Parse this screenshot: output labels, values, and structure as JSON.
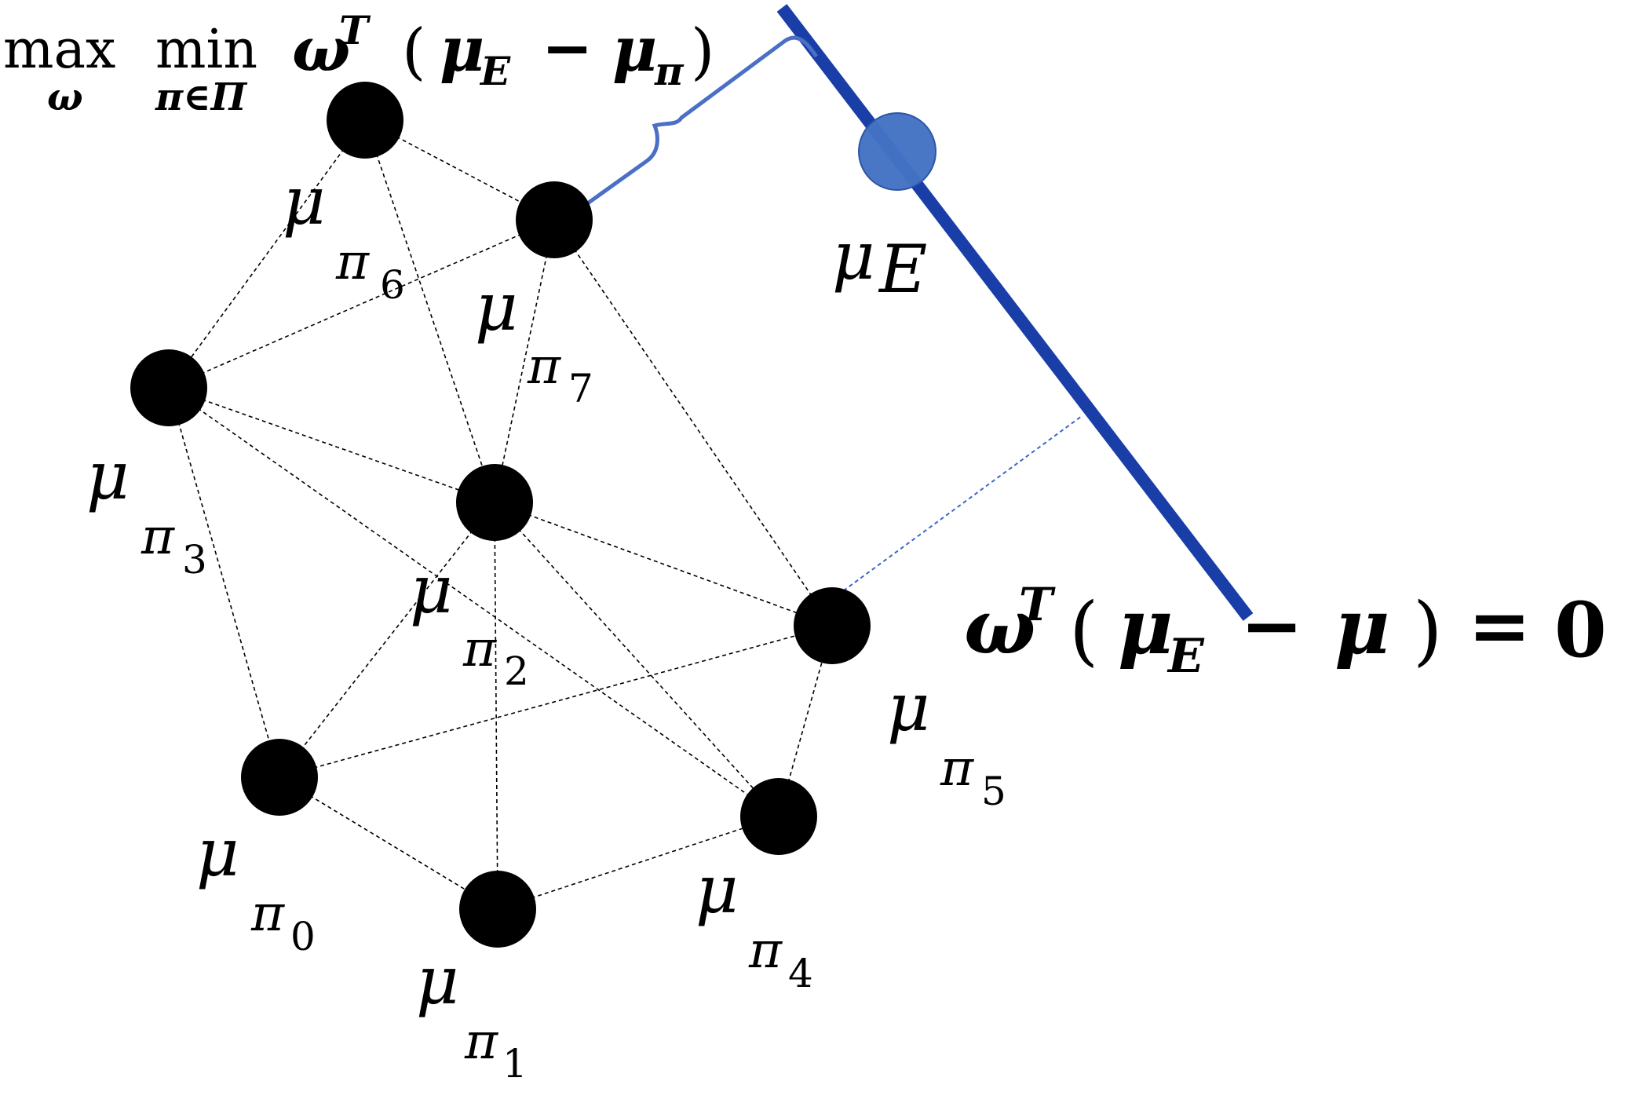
{
  "objective": {
    "max_word": "max",
    "max_sub": "ω",
    "min_word": "min",
    "min_sub": "π∈Π",
    "omega": "ω",
    "T": "T",
    "open": "(",
    "muE": "μ",
    "E": "E",
    "minus": "−",
    "muPi": "μ",
    "piSub": "π",
    "close": ")"
  },
  "hyperplane_equation": {
    "omega": "ω",
    "T": "T",
    "open": "(",
    "muE": "μ",
    "E": "E",
    "minus": "−",
    "mu": "μ",
    "close": ")",
    "equals": "=",
    "zero": "0"
  },
  "expert_point": {
    "mu": "μ",
    "sub": "E",
    "color": "#4472c4"
  },
  "policy_points": [
    {
      "id": "p0",
      "mu": "μ",
      "pi": "π",
      "sub": "0"
    },
    {
      "id": "p1",
      "mu": "μ",
      "pi": "π",
      "sub": "1"
    },
    {
      "id": "p2",
      "mu": "μ",
      "pi": "π",
      "sub": "2"
    },
    {
      "id": "p3",
      "mu": "μ",
      "pi": "π",
      "sub": "3"
    },
    {
      "id": "p4",
      "mu": "μ",
      "pi": "π",
      "sub": "4"
    },
    {
      "id": "p5",
      "mu": "μ",
      "pi": "π",
      "sub": "5"
    },
    {
      "id": "p6",
      "mu": "μ",
      "pi": "π",
      "sub": "6"
    },
    {
      "id": "p7",
      "mu": "μ",
      "pi": "π",
      "sub": "7"
    }
  ],
  "edges": [
    [
      "p6",
      "p7"
    ],
    [
      "p6",
      "p3"
    ],
    [
      "p6",
      "p2"
    ],
    [
      "p7",
      "p3"
    ],
    [
      "p7",
      "p2"
    ],
    [
      "p7",
      "p5"
    ],
    [
      "p3",
      "p2"
    ],
    [
      "p3",
      "p0"
    ],
    [
      "p3",
      "p4"
    ],
    [
      "p2",
      "p0"
    ],
    [
      "p2",
      "p1"
    ],
    [
      "p2",
      "p4"
    ],
    [
      "p2",
      "p5"
    ],
    [
      "p0",
      "p5"
    ],
    [
      "p0",
      "p1"
    ],
    [
      "p1",
      "p4"
    ],
    [
      "p4",
      "p5"
    ]
  ],
  "colors": {
    "hyperplane": "#1a3ea8",
    "brace": "#4a6fc4",
    "policy_point": "#000000",
    "edge": "#000000"
  }
}
